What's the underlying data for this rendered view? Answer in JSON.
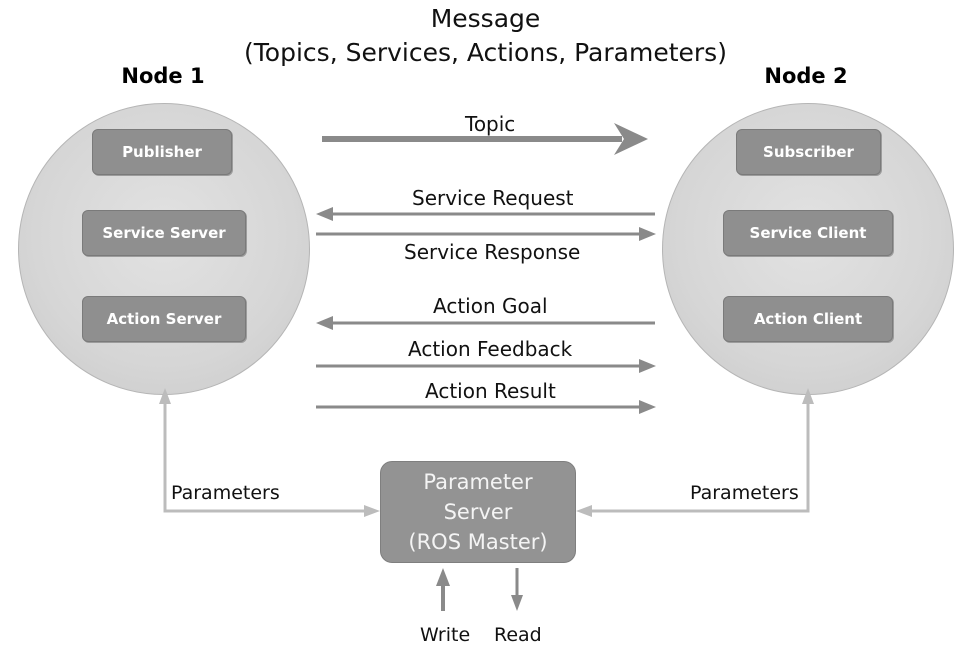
{
  "header": {
    "line1": "Message",
    "line2": "(Topics, Services, Actions, Parameters)"
  },
  "node1": {
    "title": "Node 1",
    "boxes": [
      "Publisher",
      "Service Server",
      "Action Server"
    ]
  },
  "node2": {
    "title": "Node 2",
    "boxes": [
      "Subscriber",
      "Service Client",
      "Action Client"
    ]
  },
  "messages": {
    "topic": "Topic",
    "service_request": "Service Request",
    "service_response": "Service Response",
    "action_goal": "Action Goal",
    "action_feedback": "Action Feedback",
    "action_result": "Action Result"
  },
  "parameters": {
    "left_label": "Parameters",
    "right_label": "Parameters"
  },
  "parameter_server": {
    "line1": "Parameter",
    "line2": "Server",
    "line3": "(ROS Master)"
  },
  "io": {
    "write": "Write",
    "read": "Read"
  },
  "colors": {
    "arrow": "#8a8a8a",
    "box": "#8f8f8f",
    "node": "#d6d6d6"
  }
}
